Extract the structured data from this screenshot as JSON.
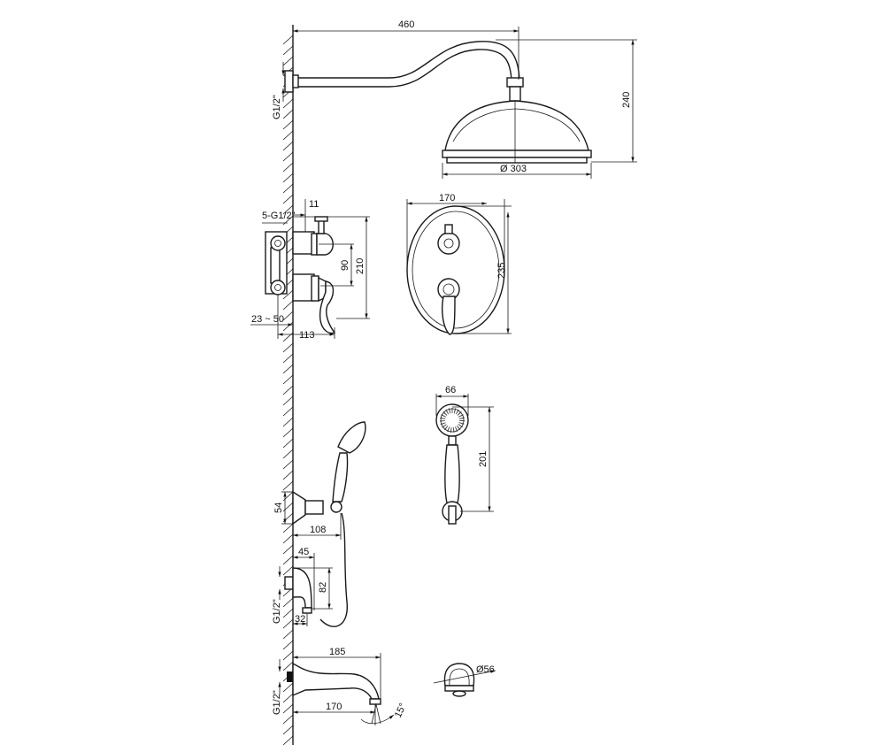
{
  "title": "Shower system technical drawing",
  "shower_head": {
    "arm_length": "460",
    "height": "240",
    "diameter": "Ø 303",
    "thread": "G1/2\""
  },
  "mixer_side": {
    "depth_wall": "11",
    "inlets": "5-G1/2\"",
    "handle_spacing": "90",
    "height": "210",
    "mount_range": "23 ~ 50",
    "projection": "113"
  },
  "mixer_front": {
    "width": "170",
    "height": "235"
  },
  "hand_shower": {
    "head_width": "66",
    "length": "201"
  },
  "hand_bracket": {
    "height": "54",
    "projection": "108"
  },
  "wall_outlet": {
    "width": "45",
    "height": "82",
    "offset": "32",
    "thread": "G1/2\""
  },
  "bath_spout": {
    "length": "185",
    "outlet_distance": "170",
    "angle": "15°",
    "thread": "G1/2\""
  },
  "spout_end": {
    "diameter": "Ø56"
  },
  "colors": {
    "line": "#1a1a1a",
    "background": "#ffffff"
  }
}
